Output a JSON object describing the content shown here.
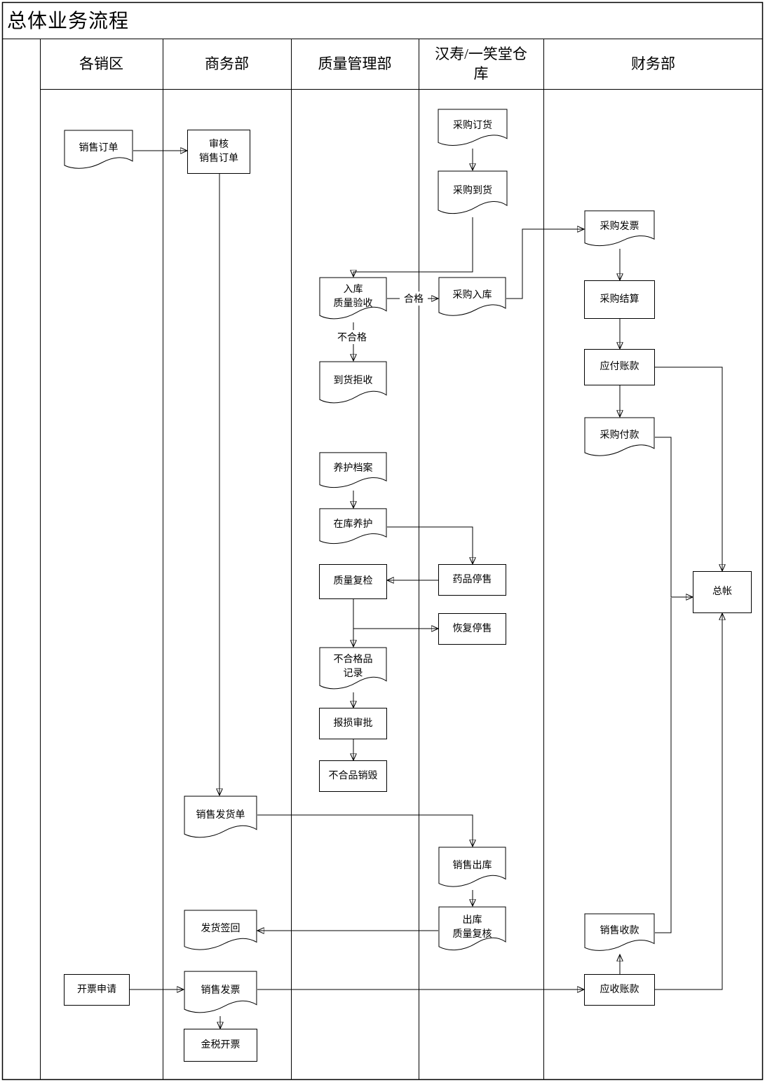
{
  "title": "总体业务流程",
  "lanes": [
    "各销区",
    "商务部",
    "质量管理部",
    "汉寿/一笑堂仓库",
    "财务部"
  ],
  "nodes": {
    "sales_order": {
      "label": "销售订单",
      "shape": "document"
    },
    "review_sales_order": {
      "label": "审核\n销售订单",
      "shape": "process"
    },
    "purchase_order": {
      "label": "采购订货",
      "shape": "document"
    },
    "purchase_arrival": {
      "label": "采购到货",
      "shape": "document"
    },
    "purchase_invoice": {
      "label": "采购发票",
      "shape": "document"
    },
    "incoming_qc": {
      "label": "入库\n质量验收",
      "shape": "document"
    },
    "purchase_inbound": {
      "label": "采购入库",
      "shape": "document"
    },
    "purchase_settlement": {
      "label": "采购结算",
      "shape": "process"
    },
    "arrival_rejection": {
      "label": "到货拒收",
      "shape": "document"
    },
    "accounts_payable": {
      "label": "应付账款",
      "shape": "process"
    },
    "purchase_payment": {
      "label": "采购付款",
      "shape": "document"
    },
    "maintenance_archive": {
      "label": "养护档案",
      "shape": "document"
    },
    "instock_maintenance": {
      "label": "在库养护",
      "shape": "document"
    },
    "quality_recheck": {
      "label": "质量复检",
      "shape": "process"
    },
    "drug_halt": {
      "label": "药品停售",
      "shape": "process"
    },
    "resume_sales": {
      "label": "恢复停售",
      "shape": "process"
    },
    "nonconforming_record": {
      "label": "不合格品\n记录",
      "shape": "document"
    },
    "loss_approval": {
      "label": "报损审批",
      "shape": "process"
    },
    "destruction": {
      "label": "不合品销毁",
      "shape": "process"
    },
    "sales_delivery_note": {
      "label": "销售发货单",
      "shape": "document"
    },
    "sales_outbound": {
      "label": "销售出库",
      "shape": "document"
    },
    "delivery_signback": {
      "label": "发货签回",
      "shape": "document"
    },
    "outbound_qc": {
      "label": "出库\n质量复核",
      "shape": "document"
    },
    "sales_collection": {
      "label": "销售收款",
      "shape": "document"
    },
    "invoicing_request": {
      "label": "开票申请",
      "shape": "process"
    },
    "sales_invoice": {
      "label": "销售发票",
      "shape": "document"
    },
    "accounts_receivable": {
      "label": "应收账款",
      "shape": "process"
    },
    "golden_tax": {
      "label": "金税开票",
      "shape": "process"
    },
    "general_ledger": {
      "label": "总帐",
      "shape": "process"
    }
  },
  "edge_labels": {
    "pass": "合格",
    "fail": "不合格"
  },
  "colors": {
    "line": "#000000",
    "background": "#ffffff"
  }
}
